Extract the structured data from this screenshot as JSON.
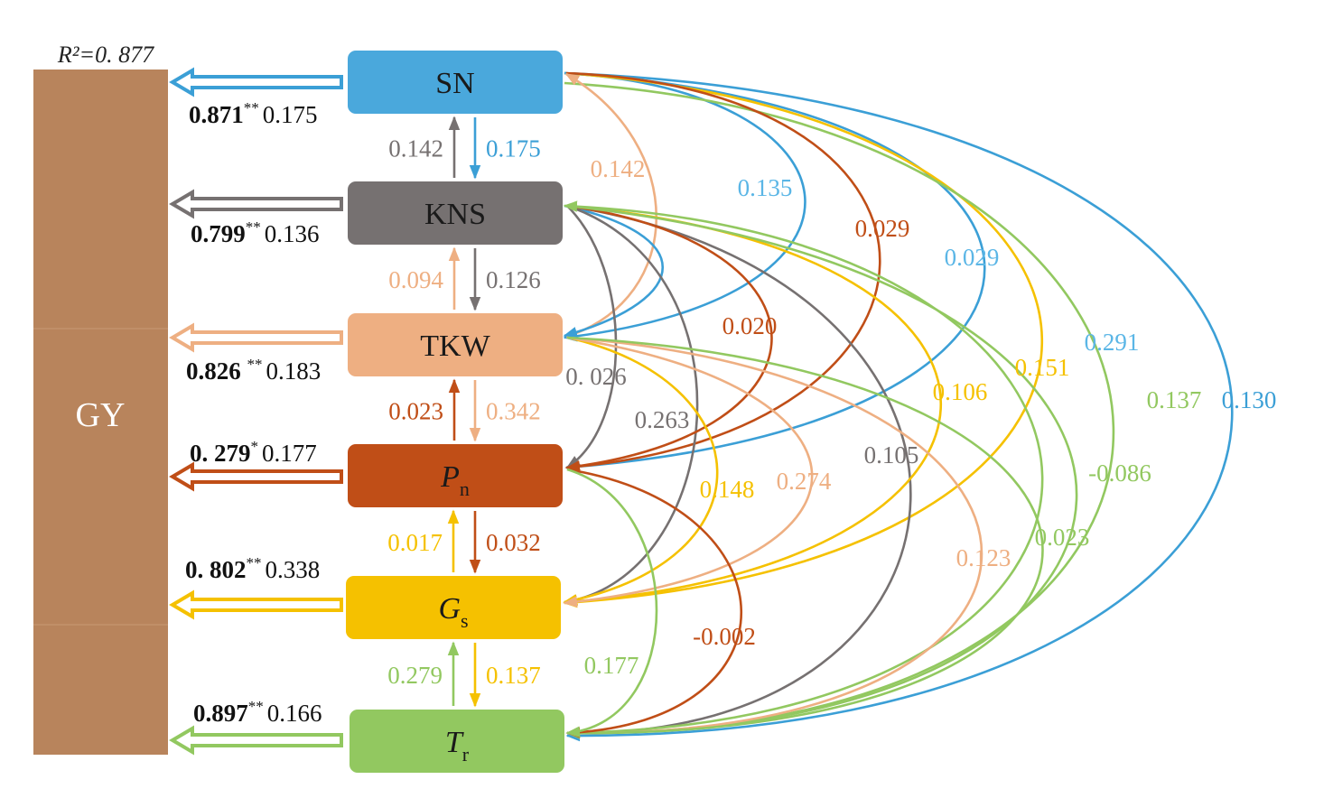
{
  "r2_label": "R²=0. 877",
  "gy_label": "GY",
  "nodes": [
    {
      "id": "SN",
      "label": "SN",
      "sub": "",
      "fill": "#4aa8dc",
      "italic": false
    },
    {
      "id": "KNS",
      "label": "KNS",
      "sub": "",
      "fill": "#767171",
      "italic": false
    },
    {
      "id": "TKW",
      "label": "TKW",
      "sub": "",
      "fill": "#eeaf82",
      "italic": false
    },
    {
      "id": "Pn",
      "label": "P",
      "sub": "n",
      "fill": "#c04e17",
      "italic": true
    },
    {
      "id": "Gs",
      "label": "G",
      "sub": "s",
      "fill": "#f5c100",
      "italic": true
    },
    {
      "id": "Tr",
      "label": "T",
      "sub": "r",
      "fill": "#92c860",
      "italic": true
    }
  ],
  "gy_paths": [
    {
      "node": "SN",
      "corr": "0.871",
      "sig": "**",
      "coef": "0.175",
      "color": "#3b9fd6"
    },
    {
      "node": "KNS",
      "corr": "0.799",
      "sig": "**",
      "coef": "0.136",
      "color": "#767171"
    },
    {
      "node": "TKW",
      "corr": "0.826 ",
      "sig": "**",
      "coef": "0.183",
      "color": "#eeaf82"
    },
    {
      "node": "Pn",
      "corr": "0. 279",
      "sig": "*",
      "coef": "0.177",
      "color": "#c04e17"
    },
    {
      "node": "Gs",
      "corr": "0. 802",
      "sig": "**",
      "coef": "0.338",
      "color": "#f5c100"
    },
    {
      "node": "Tr",
      "corr": "0.897",
      "sig": "**",
      "coef": "0.166",
      "color": "#92c860"
    }
  ],
  "vertical_arrows": [
    {
      "up": "0.142",
      "up_color": "#767171",
      "down": "0.175",
      "down_color": "#3b9fd6"
    },
    {
      "up": "0.094",
      "up_color": "#eeaf82",
      "down": "0.126",
      "down_color": "#767171"
    },
    {
      "up": "0.023",
      "up_color": "#c04e17",
      "down": "0.342",
      "down_color": "#eeaf82"
    },
    {
      "up": "0.017",
      "up_color": "#f5c100",
      "down": "0.032",
      "down_color": "#c04e17"
    },
    {
      "up": "0.279",
      "up_color": "#92c860",
      "down": "0.137",
      "down_color": "#f5c100"
    }
  ],
  "curve_labels": [
    {
      "text": "0.142",
      "color": "#eeaf82"
    },
    {
      "text": "0.135",
      "color": "#5bb6e6"
    },
    {
      "text": "0.029",
      "color": "#c04e17"
    },
    {
      "text": "0.029",
      "color": "#5bb6e6"
    },
    {
      "text": "0.020",
      "color": "#c04e17"
    },
    {
      "text": "0. 026",
      "color": "#767171"
    },
    {
      "text": "0.263",
      "color": "#767171"
    },
    {
      "text": "0.291",
      "color": "#5bb6e6"
    },
    {
      "text": "0.151",
      "color": "#f5c100"
    },
    {
      "text": "0.106",
      "color": "#f5c100"
    },
    {
      "text": "0.137",
      "color": "#92c860"
    },
    {
      "text": "0.130",
      "color": "#3b9fd6"
    },
    {
      "text": "0.105",
      "color": "#767171"
    },
    {
      "text": "-0.086",
      "color": "#92c860"
    },
    {
      "text": "0.148",
      "color": "#f5c100"
    },
    {
      "text": "0.274",
      "color": "#eeaf82"
    },
    {
      "text": "0.023",
      "color": "#92c860"
    },
    {
      "text": "0.123",
      "color": "#eeaf82"
    },
    {
      "text": "-0.002",
      "color": "#c04e17"
    },
    {
      "text": "0.177",
      "color": "#92c860"
    }
  ],
  "colors": {
    "gy_fill": "#b8845c",
    "sn": "#3b9fd6",
    "kns": "#767171",
    "tkw": "#eeaf82",
    "pn": "#c04e17",
    "gs": "#f5c100",
    "tr": "#92c860"
  }
}
